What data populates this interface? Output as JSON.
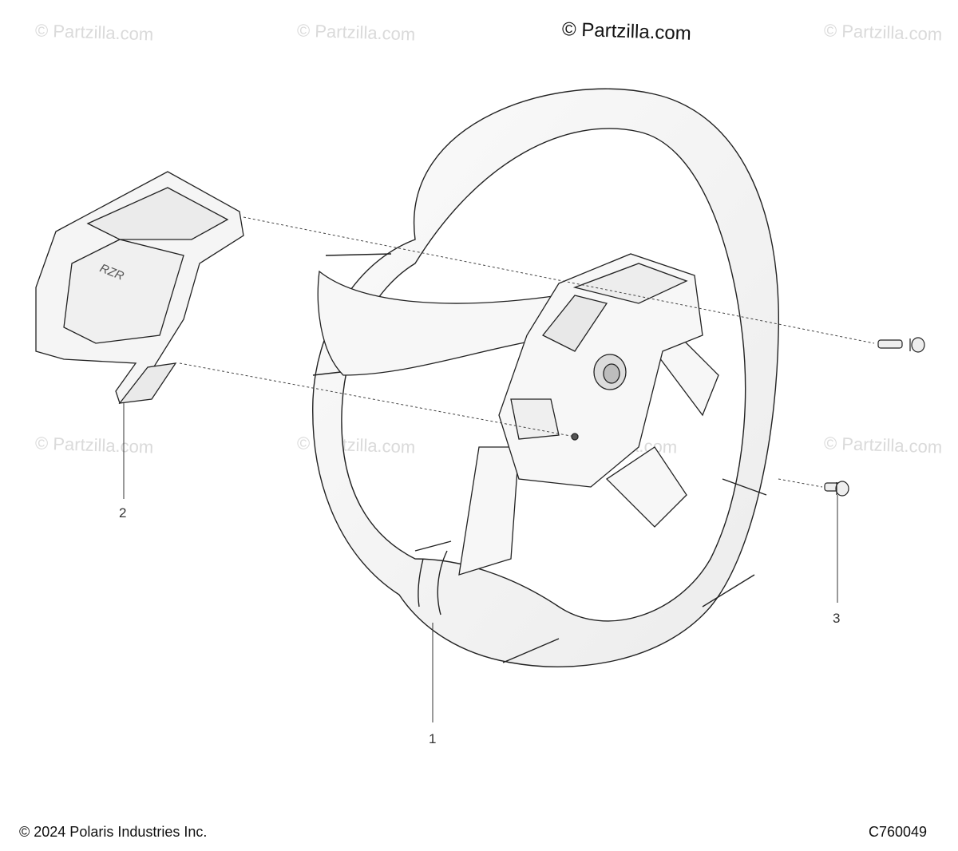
{
  "watermarks": [
    "© Partzilla.com",
    "© Partzilla.com",
    "© Partzilla.com",
    "© Partzilla.com",
    "© Partzilla.com",
    "© Partzilla.com",
    "© Partzilla.com"
  ],
  "brand_watermark": "© Partzilla.com",
  "parts": [
    {
      "number": "1",
      "name": "steering wheel"
    },
    {
      "number": "2",
      "name": "center cover"
    },
    {
      "number": "3",
      "name": "screw"
    }
  ],
  "cover_logo": "RZR",
  "footer": {
    "copyright": "© 2024 Polaris Industries Inc.",
    "diagram_code": "C760049"
  }
}
